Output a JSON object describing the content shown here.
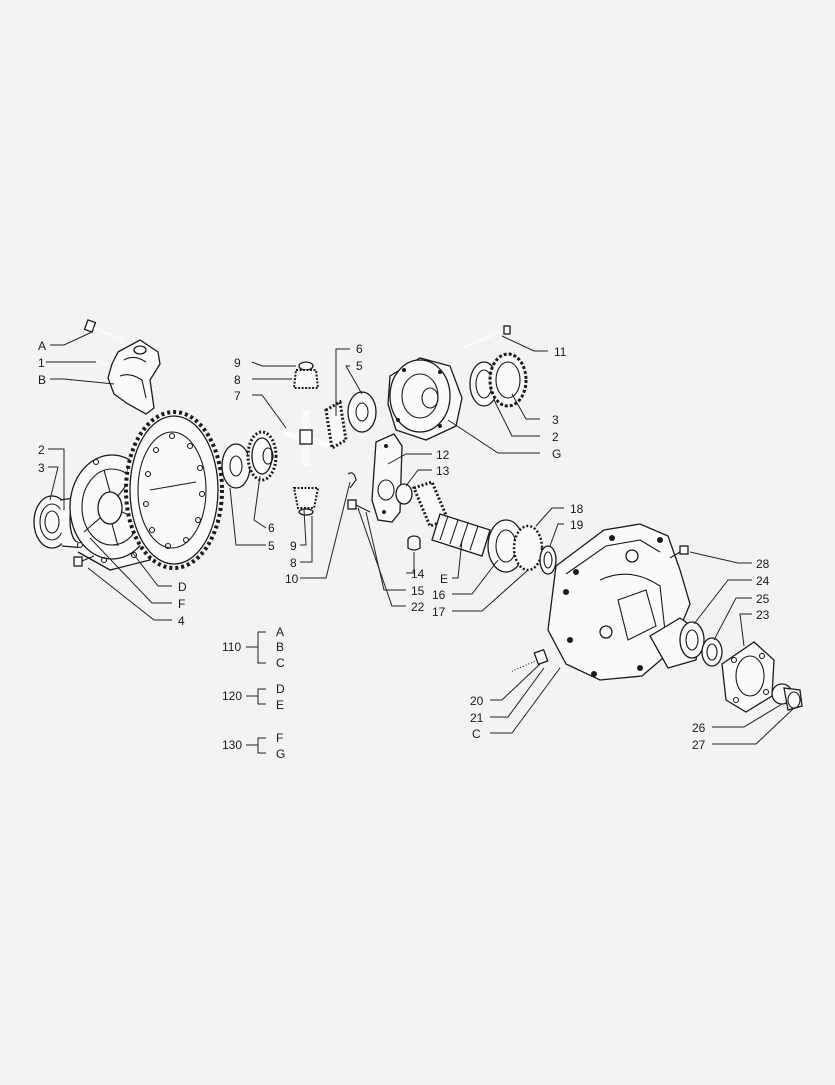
{
  "diagram": {
    "callouts": [
      "A",
      "1",
      "B",
      "2",
      "3",
      "9",
      "8",
      "7",
      "6",
      "5",
      "6",
      "5",
      "9",
      "8",
      "10",
      "11",
      "3",
      "2",
      "G",
      "12",
      "13",
      "14",
      "E",
      "15",
      "16",
      "17",
      "22",
      "18",
      "19",
      "D",
      "F",
      "4",
      "28",
      "24",
      "25",
      "23",
      "20",
      "21",
      "C",
      "26",
      "27"
    ],
    "legend": [
      {
        "code": "110",
        "items": [
          "A",
          "B",
          "C"
        ]
      },
      {
        "code": "120",
        "items": [
          "D",
          "E"
        ]
      },
      {
        "code": "130",
        "items": [
          "F",
          "G"
        ]
      }
    ]
  }
}
